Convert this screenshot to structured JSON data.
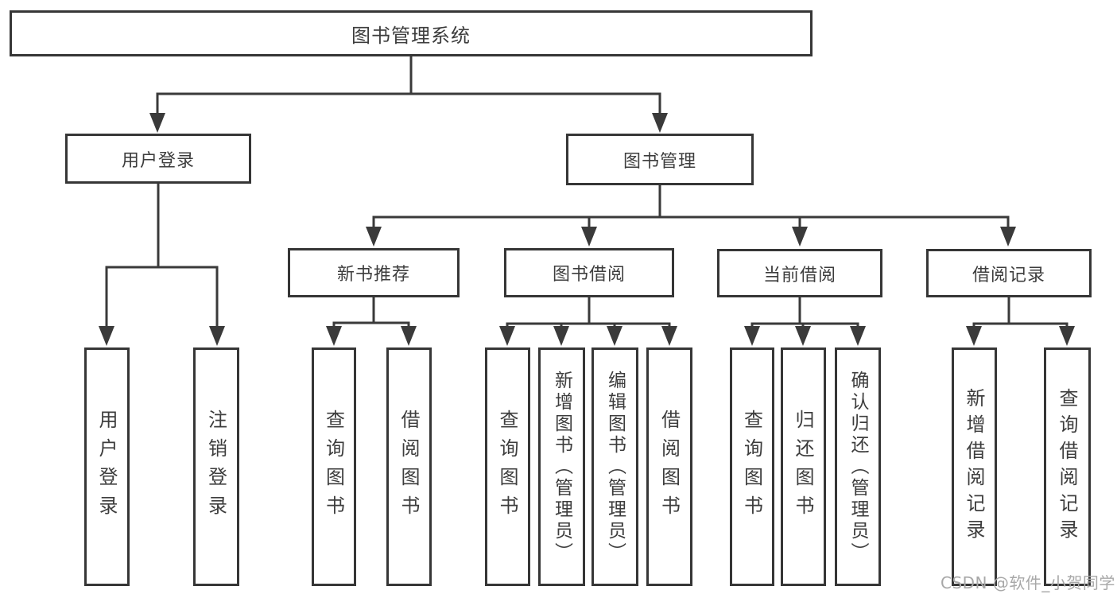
{
  "diagram": {
    "colors": {
      "line": "#3a3a3a",
      "box_border": "#363636",
      "text": "#3d3d3d",
      "background": "#ffffff",
      "watermark_text_color": "#a8a8a8"
    },
    "nodes": {
      "root": {
        "label": "图书管理系统"
      },
      "user_login": {
        "label": "用户登录"
      },
      "book_management": {
        "label": "图书管理"
      },
      "new_book_recommend": {
        "label": "新书推荐"
      },
      "book_borrow": {
        "label": "图书借阅"
      },
      "current_borrow": {
        "label": "当前借阅"
      },
      "borrow_records": {
        "label": "借阅记录"
      },
      "leaf_user_login": {
        "label": "用户登录"
      },
      "leaf_logout": {
        "label": "注销登录"
      },
      "rec_query_books": {
        "label": "查询图书"
      },
      "rec_borrow_books": {
        "label": "借阅图书"
      },
      "bb_query_books": {
        "label": "查询图书"
      },
      "bb_add_books": {
        "label": "新增图书（管理员）"
      },
      "bb_edit_books": {
        "label": "编辑图书（管理员）"
      },
      "bb_borrow_books": {
        "label": "借阅图书"
      },
      "cb_query_books": {
        "label": "查询图书"
      },
      "cb_return_books": {
        "label": "归还图书"
      },
      "cb_confirm_return": {
        "label": "确认归还（管理员）"
      },
      "br_add_record": {
        "label": "新增借阅记录"
      },
      "br_query_record": {
        "label": "查询借阅记录"
      }
    },
    "watermark": "CSDN @软件_小贺同学"
  }
}
